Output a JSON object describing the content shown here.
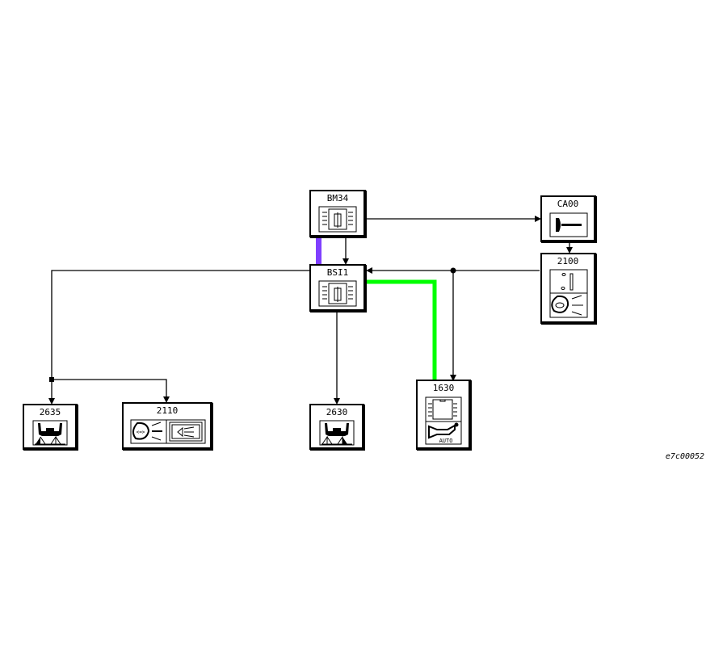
{
  "diagram": {
    "type": "vehicle-network-wiring-diagram",
    "reference": "e7c00052",
    "colors": {
      "line": "#000000",
      "bus_purple": "#7f3fff",
      "bus_green": "#00ff00",
      "background": "#ffffff"
    },
    "nodes": [
      {
        "id": "BM34",
        "label": "BM34",
        "icon": "ecu-module-icon"
      },
      {
        "id": "BSI1",
        "label": "BSI1",
        "icon": "ecu-module-icon"
      },
      {
        "id": "CA00",
        "label": "CA00",
        "icon": "ignition-key-icon"
      },
      {
        "id": "2100",
        "label": "2100",
        "icon": "stalk-switch-headlamp-icon"
      },
      {
        "id": "2635",
        "label": "2635",
        "icon": "headlamp-levelling-actuator-icon"
      },
      {
        "id": "2110",
        "label": "2110",
        "icon": "headlamp-and-fog-lamp-icon"
      },
      {
        "id": "2630",
        "label": "2630",
        "icon": "headlamp-levelling-actuator-icon"
      },
      {
        "id": "1630",
        "label": "1630",
        "icon": "auto-gearbox-ecu-icon",
        "sub_label": "AUTO"
      }
    ],
    "edges": [
      {
        "from": "BM34",
        "to": "CA00",
        "kind": "wire"
      },
      {
        "from": "BM34",
        "to": "BSI1",
        "kind": "wire"
      },
      {
        "from": "BM34",
        "to": "BSI1",
        "kind": "bus",
        "color": "purple"
      },
      {
        "from": "CA00",
        "to": "2100",
        "kind": "wire"
      },
      {
        "from": "2100",
        "to": "BSI1",
        "kind": "wire"
      },
      {
        "from": "2100",
        "to": "1630",
        "kind": "wire-branch"
      },
      {
        "from": "BSI1",
        "to": "1630",
        "kind": "bus",
        "color": "green"
      },
      {
        "from": "BSI1",
        "to": "2630",
        "kind": "wire"
      },
      {
        "from": "BSI1",
        "to": "2635",
        "kind": "wire"
      },
      {
        "from": "BSI1",
        "to": "2110",
        "kind": "wire-branch"
      }
    ]
  }
}
